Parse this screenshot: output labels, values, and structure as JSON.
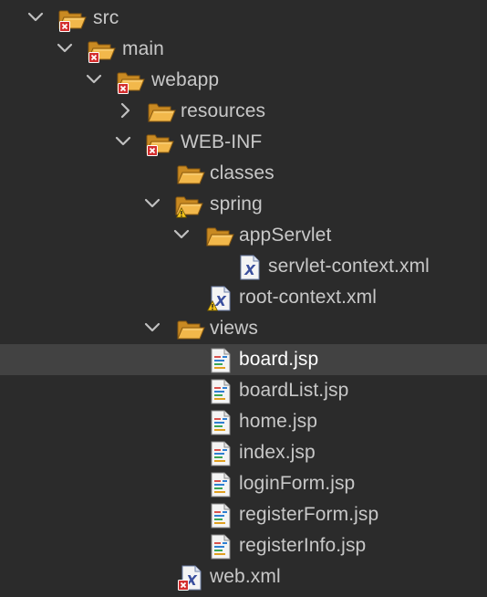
{
  "colors": {
    "background": "#2b2b2b",
    "selection": "#424242",
    "text": "#c8c8c8",
    "text_selected": "#ffffff",
    "folder": "#e6a83f",
    "error_badge": "#d32f2f",
    "warning_badge": "#f3c318",
    "xml_accent": "#3a4f9e"
  },
  "tree": {
    "items": [
      {
        "label": "src",
        "icon": "folder-open-icon",
        "badge": "error-badge-icon",
        "expanded": true,
        "selected": false
      },
      {
        "label": "main",
        "icon": "folder-open-icon",
        "badge": "error-badge-icon",
        "expanded": true,
        "selected": false
      },
      {
        "label": "webapp",
        "icon": "folder-open-icon",
        "badge": "error-badge-icon",
        "expanded": true,
        "selected": false
      },
      {
        "label": "resources",
        "icon": "folder-open-icon",
        "badge": "",
        "expanded": false,
        "selected": false
      },
      {
        "label": "WEB-INF",
        "icon": "folder-open-icon",
        "badge": "error-badge-icon",
        "expanded": true,
        "selected": false
      },
      {
        "label": "classes",
        "icon": "folder-open-icon",
        "badge": "",
        "expanded": null,
        "selected": false
      },
      {
        "label": "spring",
        "icon": "folder-open-icon",
        "badge": "warning-badge-icon",
        "expanded": true,
        "selected": false
      },
      {
        "label": "appServlet",
        "icon": "folder-open-icon",
        "badge": "",
        "expanded": true,
        "selected": false
      },
      {
        "label": "servlet-context.xml",
        "icon": "xml-file-icon",
        "badge": "",
        "expanded": null,
        "selected": false
      },
      {
        "label": "root-context.xml",
        "icon": "xml-file-icon",
        "badge": "warning-badge-icon",
        "expanded": null,
        "selected": false
      },
      {
        "label": "views",
        "icon": "folder-open-icon",
        "badge": "",
        "expanded": true,
        "selected": false
      },
      {
        "label": "board.jsp",
        "icon": "jsp-file-icon",
        "badge": "",
        "expanded": null,
        "selected": true
      },
      {
        "label": "boardList.jsp",
        "icon": "jsp-file-icon",
        "badge": "",
        "expanded": null,
        "selected": false
      },
      {
        "label": "home.jsp",
        "icon": "jsp-file-icon",
        "badge": "",
        "expanded": null,
        "selected": false
      },
      {
        "label": "index.jsp",
        "icon": "jsp-file-icon",
        "badge": "",
        "expanded": null,
        "selected": false
      },
      {
        "label": "loginForm.jsp",
        "icon": "jsp-file-icon",
        "badge": "",
        "expanded": null,
        "selected": false
      },
      {
        "label": "registerForm.jsp",
        "icon": "jsp-file-icon",
        "badge": "",
        "expanded": null,
        "selected": false
      },
      {
        "label": "registerInfo.jsp",
        "icon": "jsp-file-icon",
        "badge": "",
        "expanded": null,
        "selected": false
      },
      {
        "label": "web.xml",
        "icon": "xml-file-icon",
        "badge": "error-badge-icon",
        "expanded": null,
        "selected": false
      }
    ]
  }
}
